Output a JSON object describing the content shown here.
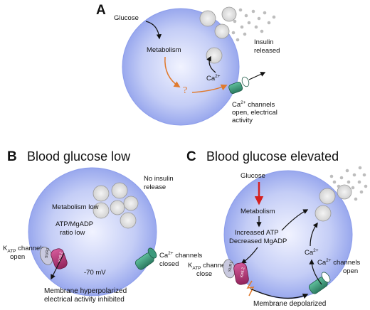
{
  "panel_a": {
    "letter": "A",
    "glucose": "Glucose",
    "metabolism": "Metabolism",
    "question": "?",
    "ca2": "Ca",
    "ca2_sup": "2+",
    "insulin_line1": "Insulin",
    "insulin_line2": "released",
    "channels_line1_pre": "Ca",
    "channels_line1_sup": "2+",
    "channels_line1_post": " channels",
    "channels_line2": "open, electrical",
    "channels_line3": "activity"
  },
  "panel_b": {
    "letter": "B",
    "title": "Blood glucose low",
    "no_insulin_line1": "No insulin",
    "no_insulin_line2": "release",
    "metabolism_low": "Metabolism low",
    "ratio_line1": "ATP/MgADP",
    "ratio_line2": "ratio low",
    "katp_pre": "K",
    "katp_sub": "ATP",
    "katp_post": " channels",
    "katp_line2": "open",
    "voltage": "-70 mV",
    "ca_channels_pre": "Ca",
    "ca_channels_sup": "2+",
    "ca_channels_post": " channels",
    "ca_channels_line2": "closed",
    "membrane_line1": "Membrane hyperpolarized",
    "membrane_line2": "electrical activity inhibited",
    "sur1": "SUR1",
    "kir": "Kir6.2"
  },
  "panel_c": {
    "letter": "C",
    "title": "Blood glucose elevated",
    "glucose": "Glucose",
    "metabolism": "Metabolism",
    "atp_line1": "Increased ATP",
    "atp_line2": "Decreased MgADP",
    "ca2": "Ca",
    "ca2_sup": "2+",
    "katp_pre": "K",
    "katp_sub": "ATP",
    "katp_post": " channels",
    "katp_line2": "close",
    "ca_channels_pre": "Ca",
    "ca_channels_sup": "2+",
    "ca_channels_post": " channels",
    "ca_channels_line2": "open",
    "membrane": "Membrane depolarized",
    "sur1": "SUR1",
    "kir": "Kir6.2"
  },
  "colors": {
    "cell_center": "#eef1ff",
    "cell_edge": "#8fa0ec",
    "orange_arrow": "#e07a2e",
    "red_arrow": "#d42020",
    "kir_magenta": "#b8367c",
    "ca_channel_green": "#3d9a7c",
    "sur1_grey": "#c9c9df",
    "granule": "#c2c2c2"
  }
}
